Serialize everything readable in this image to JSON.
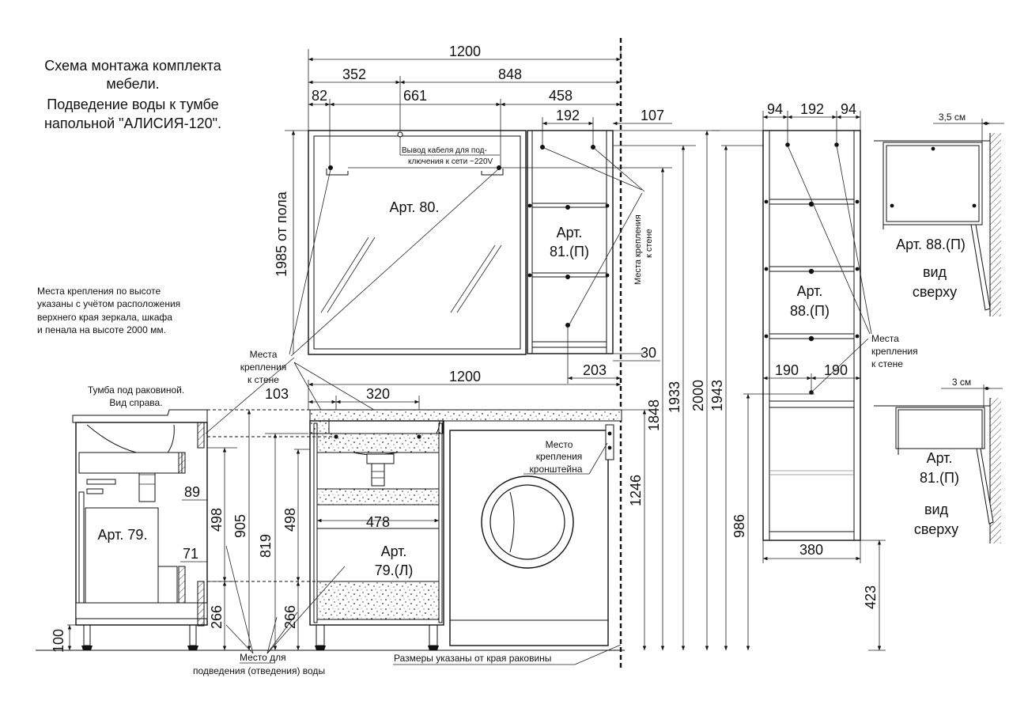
{
  "title": {
    "line1": "Схема монтажа комплекта",
    "line2": "мебели.",
    "line3": "Подведение воды к тумбе",
    "line4": "напольной   \"АЛИСИЯ-120\"."
  },
  "notes": {
    "fastening_heights": [
      "Места крепления по высоте",
      "указаны с учётом расположения",
      "верхнего края зеркала, шкафа",
      "и пенала на высоте 2000 мм."
    ],
    "cabinet_side_view": [
      "Тумба под раковиной.",
      "Вид справа."
    ],
    "cable_outlet": [
      "Вывод кабеля для под-",
      "ключения к сети ~220V"
    ],
    "wall_fastening_center": [
      "Места",
      "крепления",
      "к стене"
    ],
    "wall_fastening_cabinet_vertical": [
      "Места крепления",
      "к стене"
    ],
    "wall_fastening_tall": [
      "Места",
      "крепления",
      "к стене"
    ],
    "bracket_place": [
      "Место",
      "крепления",
      "кронштейна"
    ],
    "water_supply": [
      "Место   для",
      "подведения (отведения) воды"
    ],
    "sink_note": "Размеры указаны от края раковины",
    "floor_height_label": "1985 от пола"
  },
  "articles": {
    "side_cabinet": "Арт. 79.",
    "mirror": "Арт. 80.",
    "wall_cabinet": [
      "Арт.",
      "81.(П)"
    ],
    "front_cabinet": [
      "Арт.",
      "79.(Л)"
    ],
    "tall_cabinet": [
      "Арт.",
      "88.(П)"
    ],
    "top_view_88": "Арт. 88.(П)",
    "top_view_81": [
      "Арт.",
      "81.(П)"
    ],
    "top_view_word": [
      "вид",
      "сверху"
    ]
  },
  "dimensions": {
    "top_total": "1200",
    "mirror_width": "352",
    "cabinet_span": "848",
    "mirror_offset": "82",
    "mirror_holes": "661",
    "cabinet_part": "458",
    "cabinet_holes": "192",
    "wall_gap": "107",
    "cabinet_bottom_offset": "203",
    "cabinet_bottom_gap": "30",
    "counter_width": "1200",
    "sink_offset": "103",
    "sink_holes": "320",
    "drawer_width": "478",
    "side_89": "89",
    "side_71": "71",
    "side_498": "498",
    "side_905": "905",
    "side_266": "266",
    "leg_height": "100",
    "front_819": "819",
    "front_498": "498",
    "front_266": "266",
    "height_1246": "1246",
    "height_1848": "1848",
    "height_1933": "1933",
    "height_2000": "2000",
    "height_1943": "1943",
    "tall_94_left": "94",
    "tall_192": "192",
    "tall_94_right": "94",
    "tall_190_left": "190",
    "tall_190_right": "190",
    "tall_986": "986",
    "tall_width": "380",
    "height_423": "423",
    "gap_35": "3,5 см",
    "gap_3": "3 см"
  }
}
